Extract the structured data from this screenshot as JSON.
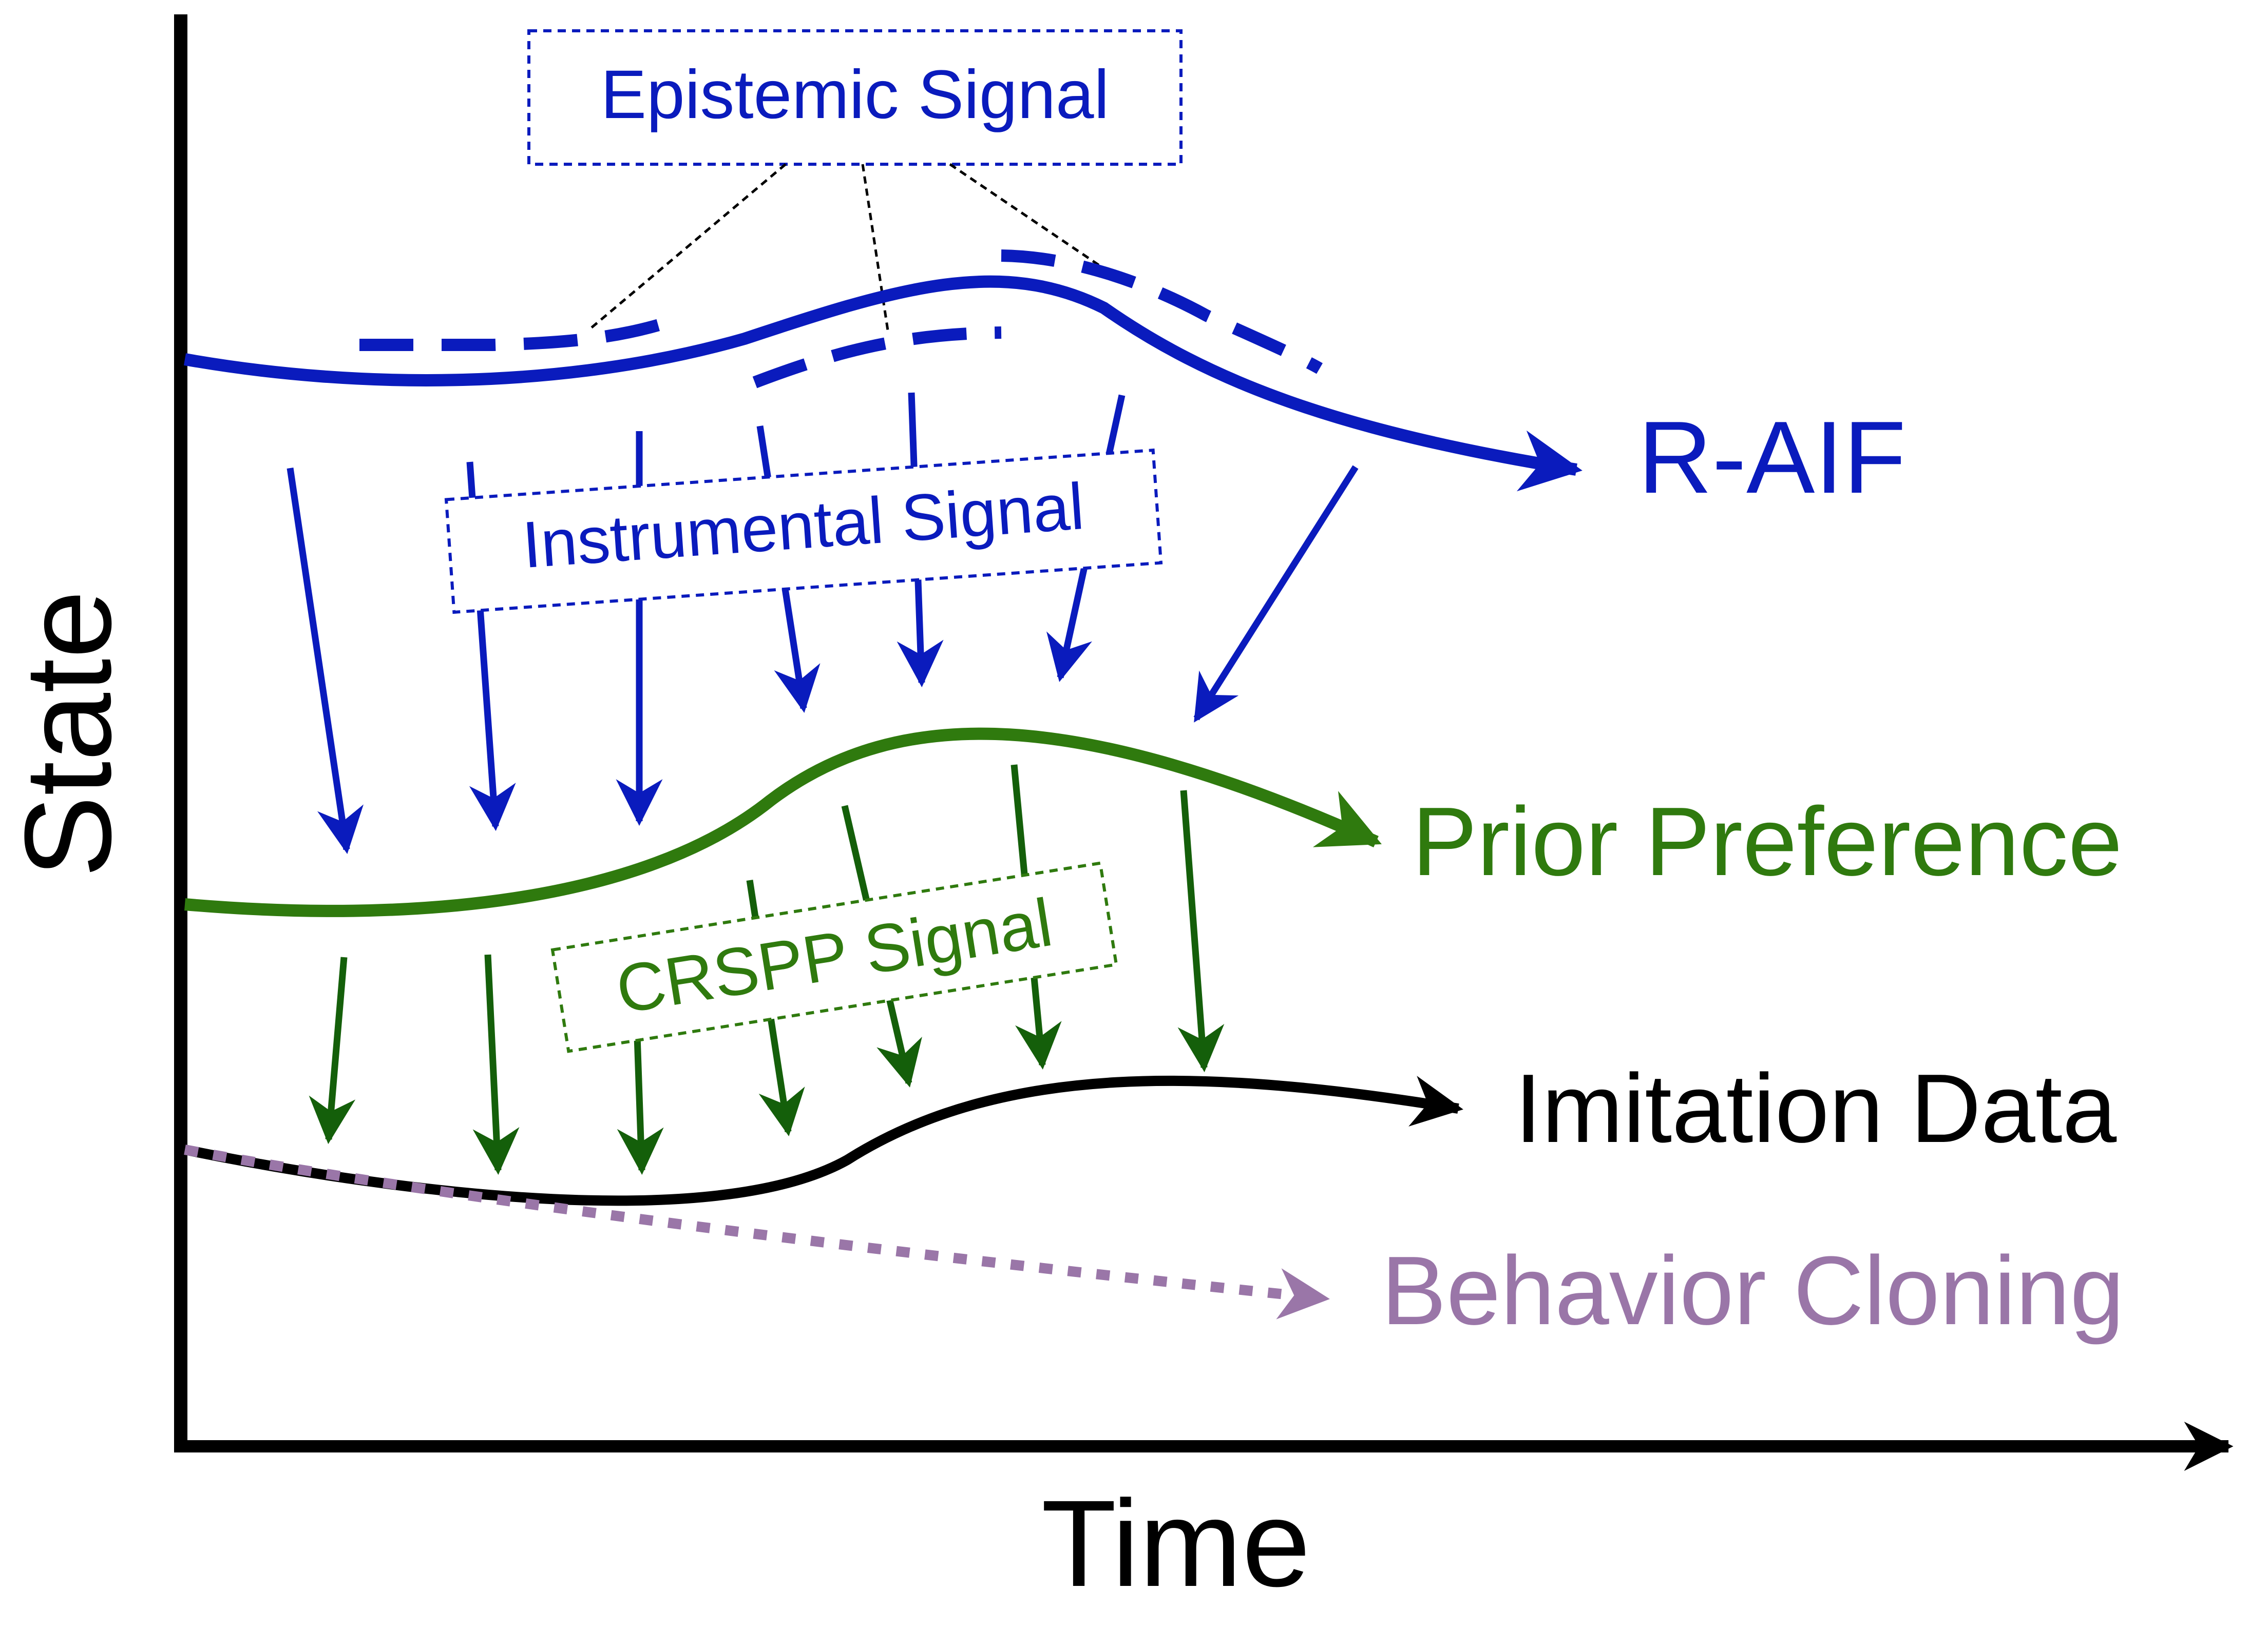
{
  "axes": {
    "x_label": "Time",
    "y_label": "State"
  },
  "curves": {
    "raif": {
      "label": "R-AIF",
      "color": "#0a1bbd"
    },
    "prior": {
      "label": "Prior Preference",
      "color": "#2f7a0e"
    },
    "imitation": {
      "label": "Imitation Data",
      "color": "#000000"
    },
    "bc": {
      "label": "Behavior Cloning",
      "color": "#9a76a8"
    }
  },
  "signals": {
    "epistemic": {
      "label": "Epistemic Signal",
      "color": "#0a1bbd"
    },
    "instrumental": {
      "label": "Instrumental Signal",
      "color": "#0a1bbd"
    },
    "crspp": {
      "label": "CRSPP Signal",
      "color": "#2f7a0e"
    }
  },
  "colors": {
    "raif_blue": "#0a1bbd",
    "prior_green": "#2f7a0e",
    "crspp_arrow_green": "#145f0a",
    "bc_purple": "#9a76a8",
    "axis_black": "#000000"
  }
}
